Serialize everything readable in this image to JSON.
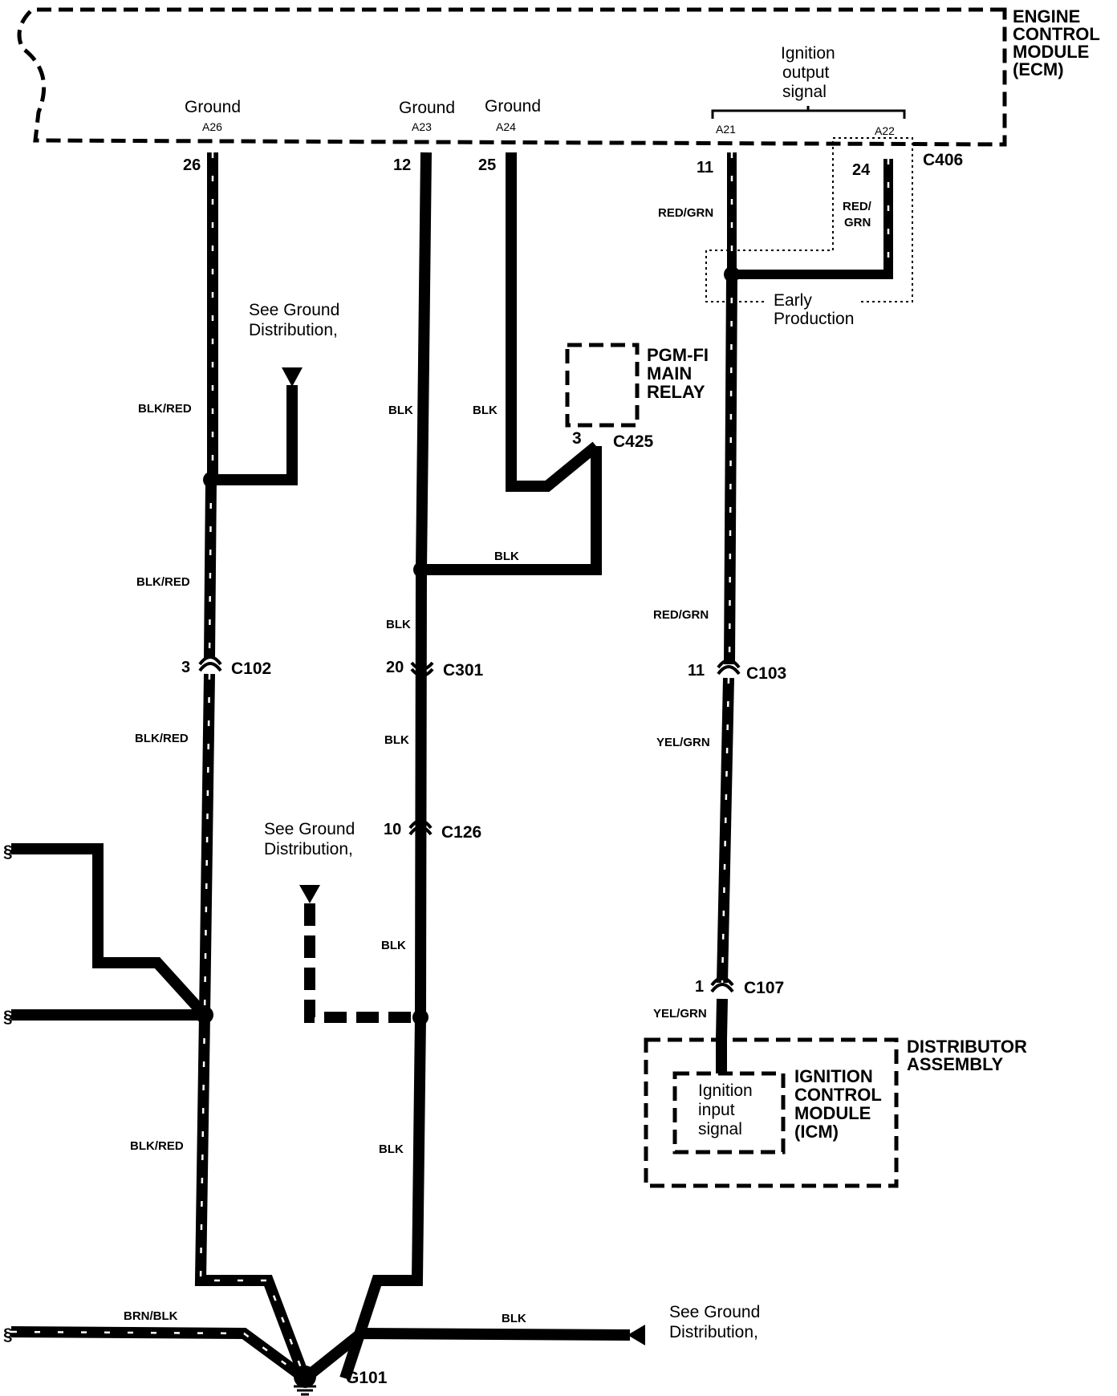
{
  "ecm": {
    "title_lines": [
      "ENGINE",
      "CONTROL",
      "MODULE",
      "(ECM)"
    ]
  },
  "ecm_terminals": [
    {
      "label": "Ground",
      "pin": "A26",
      "num": "26"
    },
    {
      "label": "Ground",
      "pin": "A23",
      "num": "12"
    },
    {
      "label": "Ground",
      "pin": "A24",
      "num": "25"
    }
  ],
  "ignition_output": {
    "lines": [
      "Ignition",
      "output",
      "signal"
    ],
    "pin1": "A21",
    "pin2": "A22",
    "num1": "11",
    "num2": "24",
    "connector": "C406"
  },
  "wire_labels": {
    "red_grn": "RED/GRN",
    "red_grn_a": "RED/",
    "red_grn_b": "GRN",
    "blk_red": "BLK/RED",
    "blk": "BLK",
    "yel_grn": "YEL/GRN",
    "brn_blk": "BRN/BLK"
  },
  "early_production": [
    "Early",
    "Production"
  ],
  "see_ground": [
    "See Ground",
    "Distribution,"
  ],
  "relay": {
    "lines": [
      "PGM-FI",
      "MAIN",
      "RELAY"
    ],
    "pin": "3",
    "connector": "C425"
  },
  "connectors": {
    "c102": {
      "num": "3",
      "name": "C102"
    },
    "c301": {
      "num": "20",
      "name": "C301"
    },
    "c126": {
      "num": "10",
      "name": "C126"
    },
    "c103": {
      "num": "11",
      "name": "C103"
    },
    "c107": {
      "num": "1",
      "name": "C107"
    }
  },
  "distributor": {
    "lines": [
      "DISTRIBUTOR",
      "ASSEMBLY"
    ]
  },
  "icm": {
    "lines": [
      "IGNITION",
      "CONTROL",
      "MODULE",
      "(ICM)"
    ],
    "input_lines": [
      "Ignition",
      "input",
      "signal"
    ]
  },
  "ground_point": "G101"
}
